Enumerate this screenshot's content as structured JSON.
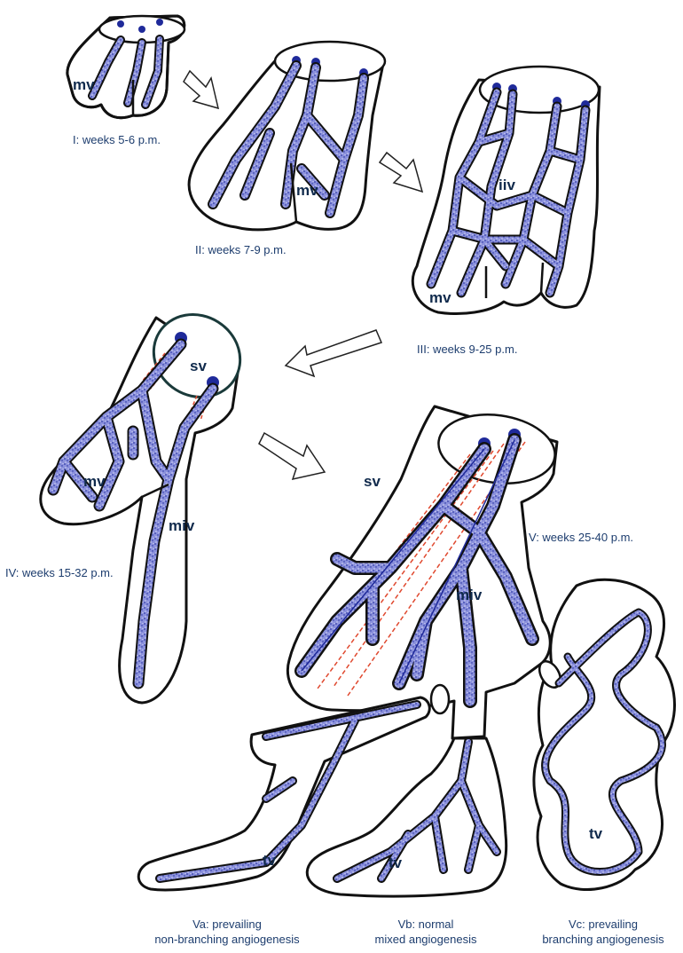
{
  "colors": {
    "vessel": "#7f86d6",
    "vessel_dark": "#1f2a9a",
    "stroma": "#3fa83f",
    "outline": "#111111",
    "adventitia_dashed": "#e0492f",
    "arrow_fill": "#ffffff"
  },
  "stages": {
    "I": {
      "caption": "I:  weeks 5-6 p.m.",
      "label": "mv"
    },
    "II": {
      "caption": "II:  weeks 7-9 p.m.",
      "label": "mv"
    },
    "III": {
      "caption": "III:  weeks 9-25 p.m.",
      "label_top": "iiv",
      "label_bottom": "mv"
    },
    "IV": {
      "caption": "IV:  weeks 15-32 p.m.",
      "label_sv": "sv",
      "label_mv": "mv",
      "label_miv": "miv"
    },
    "V": {
      "caption": "V:  weeks 25-40 p.m.",
      "label_sv": "sv",
      "label_miv": "miv"
    }
  },
  "variants": {
    "Va": {
      "label": "tv",
      "caption_line1": "Va:  prevailing",
      "caption_line2": "non-branching angiogenesis"
    },
    "Vb": {
      "label": "tv",
      "caption_line1": "Vb:  normal",
      "caption_line2": "mixed angiogenesis"
    },
    "Vc": {
      "label": "tv",
      "caption_line1": "Vc:  prevailing",
      "caption_line2": "branching angiogenesis"
    }
  }
}
